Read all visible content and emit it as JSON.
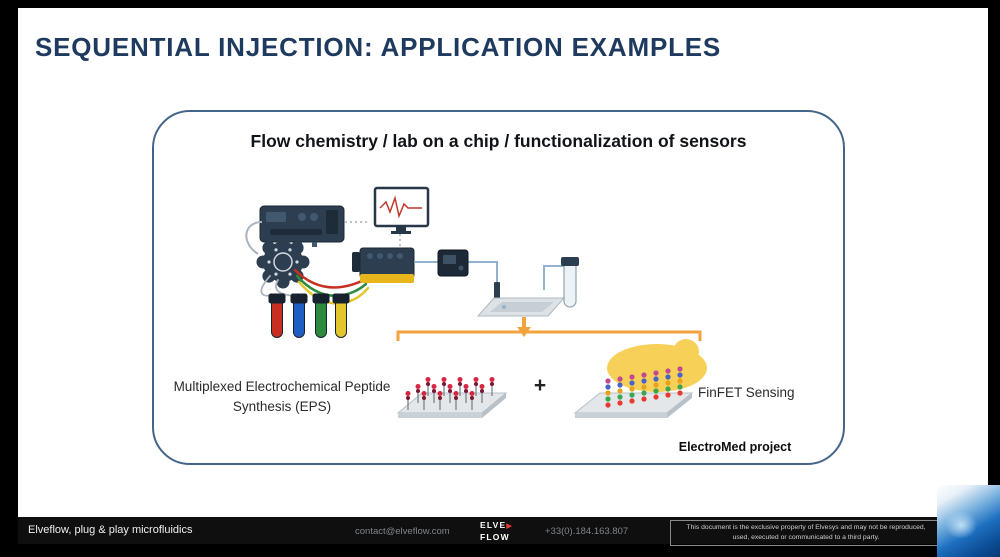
{
  "colors": {
    "title_navy": "#1e3a5f",
    "accent_orange": "#f2a33c",
    "panel_border": "#44658a",
    "slide_bg": "#ffffff",
    "footer_bg": "#0f0f0f"
  },
  "slide": {
    "title": "SEQUENTIAL INJECTION: APPLICATION EXAMPLES",
    "panel": {
      "heading": "Flow chemistry / lab on a chip / functionalization of sensors",
      "eps_label": "Multiplexed Electrochemical Peptide Synthesis (EPS)",
      "plus": "+",
      "finfet_label": "FinFET Sensing",
      "project_label": "ElectroMed project",
      "diagram_elements": [
        "pressure-controller",
        "monitor",
        "rotary-valve",
        "reagent-tubes",
        "valve-manifold",
        "flow-sensor",
        "microfluidic-chip",
        "collection-tube",
        "peptide-array",
        "finfet-chip"
      ]
    }
  },
  "footer": {
    "brand": "Elveflow, plug & play microfluidics",
    "email": "contact@elveflow.com",
    "logo": {
      "line1": "ELVE",
      "line2": "FLOW",
      "arrow_icon": "▶"
    },
    "phone": "+33(0).184.163.807",
    "disclaimer": "This document is the exclusive property of Elvesys and may not be reproduced, used, executed or communicated to a third party."
  }
}
